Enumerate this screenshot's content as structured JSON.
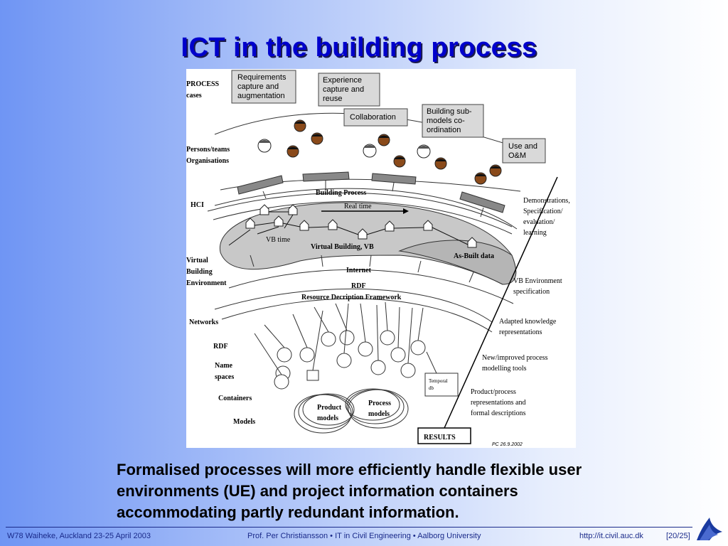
{
  "slide": {
    "title": "ICT in the building process",
    "caption_line1": "Formalised processes will more efficiently handle flexible user",
    "caption_line2": "environments (UE) and project information containers",
    "caption_line3": "accommodating partly redundant information."
  },
  "footer": {
    "left": "W78 Waiheke, Auckland 23-25 April 2003",
    "center": "Prof. Per Christiansson • IT in Civil Engineering • Aalborg University",
    "url": "http://it.civil.auc.dk",
    "page": "[20/25]"
  },
  "diagram": {
    "left_labels": {
      "process1": "PROCESS",
      "process2": "cases",
      "persons1": "Persons/teams",
      "persons2": "Organisations",
      "hci": "HCI",
      "vbe1": "Virtual",
      "vbe2": "Building",
      "vbe3": "Environment",
      "networks": "Networks",
      "rdf": "RDF",
      "names1": "Name",
      "names2": "spaces",
      "containers": "Containers",
      "models": "Models"
    },
    "boxes": {
      "req1": "Requirements",
      "req2": "capture and",
      "req3": "augmentation",
      "exp1": "Experience",
      "exp2": "capture and",
      "exp3": "reuse",
      "collab": "Collaboration",
      "sub1": "Building sub-",
      "sub2": "models co-",
      "sub3": "ordination",
      "use1": "Use and",
      "use2": "O&M"
    },
    "arcs": {
      "building_process": "Building Process",
      "real_time": "Real time",
      "vb_time": "VB time",
      "virtual_building": "Virtual Building, VB",
      "as_built": "As-Built data",
      "internet": "Internet",
      "rdf": "RDF",
      "rdf_full": "Resource Decription Framework"
    },
    "right_labels": {
      "demo1": "Demonstrations,",
      "demo2": "Specification/",
      "demo3": "evaluation/",
      "demo4": "learning",
      "vbes1": "VB Environment",
      "vbes2": "specification",
      "ak1": "Adapted knowledge",
      "ak2": "representations",
      "np1": "New/improved process",
      "np2": "modelling tools",
      "pp1": "Product/process",
      "pp2": "representations and",
      "pp3": "formal descriptions"
    },
    "temporal1": "Temporal",
    "temporal2": "db",
    "product1": "Product",
    "product2": "models",
    "procm1": "Process",
    "procm2": "models",
    "results": "RESULTS",
    "credit": "PC 26.9.2002"
  },
  "colors": {
    "title": "#0000cc",
    "footer": "#1a2a8a",
    "box_fill": "#d9d9d9",
    "vb_fill": "#c8c8c8"
  }
}
